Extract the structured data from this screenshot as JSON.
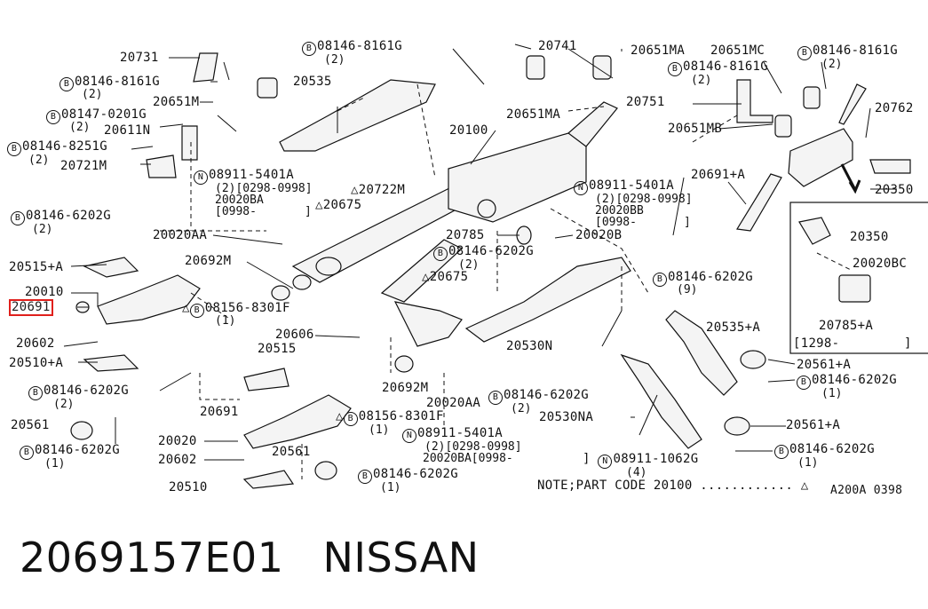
{
  "labels": {
    "p20731": "20731",
    "p08146_8161G_a": "08146-8161G",
    "p08146_8161G_a_q": "(2)",
    "p20535": "20535",
    "p20741": "20741",
    "p20651MA_top": "20651MA",
    "p20651MC": "20651MC",
    "p08146_8161G_b": "08146-8161G",
    "p08146_8161G_b_q": "(2)",
    "p08146_8161G_c": "08146-8161G",
    "p08146_8161G_c_q": "(2)",
    "p08146_8161G_d": "08146-8161G",
    "p08146_8161G_d_q": "(2)",
    "p20651M": "20651M",
    "p08147_0201G": "08147-0201G",
    "p08147_0201G_q": "(2)",
    "p20611N": "20611N",
    "p08146_8251G": "08146-8251G",
    "p08146_8251G_q": "(2)",
    "p20721M": "20721M",
    "p20651MA_mid": "20651MA",
    "p20100": "20100",
    "p20751": "20751",
    "p20762": "20762",
    "p20651MB": "20651MB",
    "p08911_5401A_a": "08911-5401A",
    "p08911_5401A_a_q": "(2)[0298-0998]",
    "p20020BA_a": "20020BA",
    "p20020BA_a_r": "[0998-",
    "p20020BA_a_e": "]",
    "p20722M": "20722M",
    "p20675_a": "20675",
    "p20691A": "20691+A",
    "p20350_top": "20350",
    "p08911_5401A_b": "08911-5401A",
    "p08911_5401A_b_q": "(2)[0298-0998]",
    "p20020BB": "20020BB",
    "p20020BB_r": "[0998-",
    "p20020BB_e": "]",
    "p08146_6202G_a": "08146-6202G",
    "p08146_6202G_a_q": "(2)",
    "p20020AA_a": "20020AA",
    "p20785": "20785",
    "p20020B": "20020B",
    "p20350_inset": "20350",
    "p20515A": "20515+A",
    "p20692M_a": "20692M",
    "p08146_6202G_b": "08146-6202G",
    "p08146_6202G_b_q": "(2)",
    "p20020BC": "20020BC",
    "p20010": "20010",
    "p20691_hl": "20691",
    "p20675_b": "20675",
    "p08146_6202G_c": "08146-6202G",
    "p08146_6202G_c_q": "(9)",
    "p08156_8301F_a": "08156-8301F",
    "p08156_8301F_a_q": "(1)",
    "p20785A": "20785+A",
    "p1298": "[1298-",
    "p1298_e": "]",
    "p20535A": "20535+A",
    "p20602_a": "20602",
    "p20606": "20606",
    "p20510A": "20510+A",
    "p20515": "20515",
    "p20530N": "20530N",
    "p20561A_a": "20561+A",
    "p08146_6202G_d": "08146-6202G",
    "p08146_6202G_d_q": "(2)",
    "p20692M_b": "20692M",
    "p08146_6202G_e": "08146-6202G",
    "p08146_6202G_e_q": "(1)",
    "p20020AA_b": "20020AA",
    "p08146_6202G_f": "08146-6202G",
    "p08146_6202G_f_q": "(2)",
    "p20561_a": "20561",
    "p20691_b": "20691",
    "p08156_8301F_b": "08156-8301F",
    "p08156_8301F_b_q": "(1)",
    "p20530NA": "20530NA",
    "p08146_6202G_g": "08146-6202G",
    "p08146_6202G_g_q": "(1)",
    "p08911_5401A_c": "08911-5401A",
    "p08911_5401A_c_q": "(2)[0298-0998]",
    "p20020BA_b": "20020BA[0998-",
    "p20020": "20020",
    "p20561A_b": "20561+A",
    "p08146_6202G_h": "08146-6202G",
    "p08146_6202G_h_q": "(1)",
    "p20602_b": "20602",
    "p20561_b": "20561",
    "p08146_6202G_i": "08146-6202G",
    "p08146_6202G_i_q": "(1)",
    "p08911_1062G": "08911-1062G",
    "p08911_1062G_q": "(4)",
    "p08911_1062G_pre": "]",
    "p20510": "20510",
    "note": "NOTE;PART CODE 20100 ............ △",
    "ref": "A200A 0398"
  },
  "marks": {
    "bolt_circle": "B",
    "nut_circle": "N",
    "triangle": "△"
  },
  "caption": {
    "part_number": "2069157E01",
    "brand": "NISSAN"
  },
  "colors": {
    "highlight": "#e0201c",
    "ink": "#111111"
  }
}
